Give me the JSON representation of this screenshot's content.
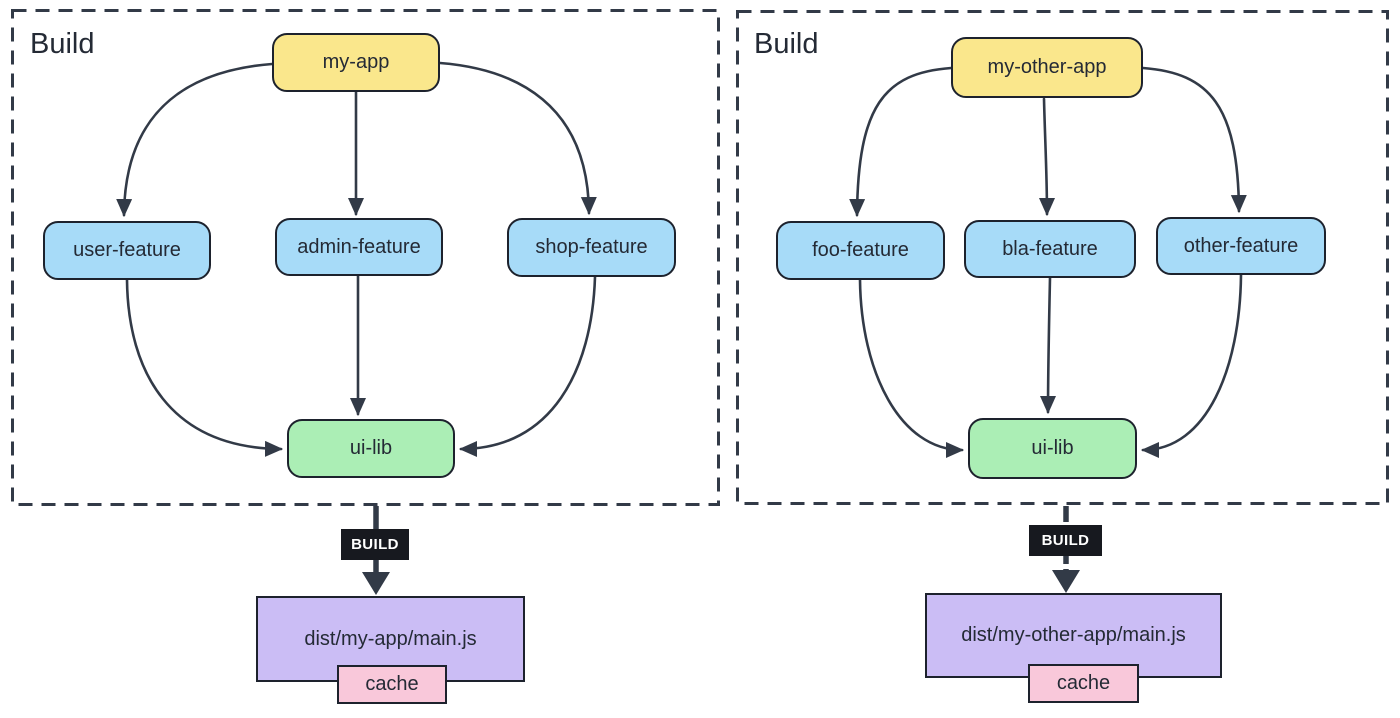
{
  "colors": {
    "background": "#FFFFFF",
    "text": "#242A35",
    "node_border": "#1D222D",
    "edge": "#323A47",
    "app_fill": "#FAE78C",
    "feature_fill": "#A7DBF8",
    "lib_fill": "#ABEEB5",
    "output_fill": "#CBBDF5",
    "cache_fill": "#F9C8DA",
    "build_tag_bg": "#17191F",
    "build_tag_text": "#FFFFFF"
  },
  "diagrams": [
    {
      "group_label": "Build",
      "app_label": "my-app",
      "features": [
        "user-feature",
        "admin-feature",
        "shop-feature"
      ],
      "lib_label": "ui-lib",
      "build_tag": "BUILD",
      "output_label": "dist/my-app/main.js",
      "cache_label": "cache",
      "edges": [
        {
          "from": "my-app",
          "to": "user-feature"
        },
        {
          "from": "my-app",
          "to": "admin-feature"
        },
        {
          "from": "my-app",
          "to": "shop-feature"
        },
        {
          "from": "user-feature",
          "to": "ui-lib"
        },
        {
          "from": "admin-feature",
          "to": "ui-lib"
        },
        {
          "from": "shop-feature",
          "to": "ui-lib"
        },
        {
          "from": "ui-lib",
          "to": "dist/my-app/main.js",
          "label": "BUILD"
        }
      ]
    },
    {
      "group_label": "Build",
      "app_label": "my-other-app",
      "features": [
        "foo-feature",
        "bla-feature",
        "other-feature"
      ],
      "lib_label": "ui-lib",
      "build_tag": "BUILD",
      "output_label": "dist/my-other-app/main.js",
      "cache_label": "cache",
      "edges": [
        {
          "from": "my-other-app",
          "to": "foo-feature"
        },
        {
          "from": "my-other-app",
          "to": "bla-feature"
        },
        {
          "from": "my-other-app",
          "to": "other-feature"
        },
        {
          "from": "foo-feature",
          "to": "ui-lib"
        },
        {
          "from": "bla-feature",
          "to": "ui-lib"
        },
        {
          "from": "other-feature",
          "to": "ui-lib"
        },
        {
          "from": "ui-lib",
          "to": "dist/my-other-app/main.js",
          "label": "BUILD"
        }
      ]
    }
  ]
}
